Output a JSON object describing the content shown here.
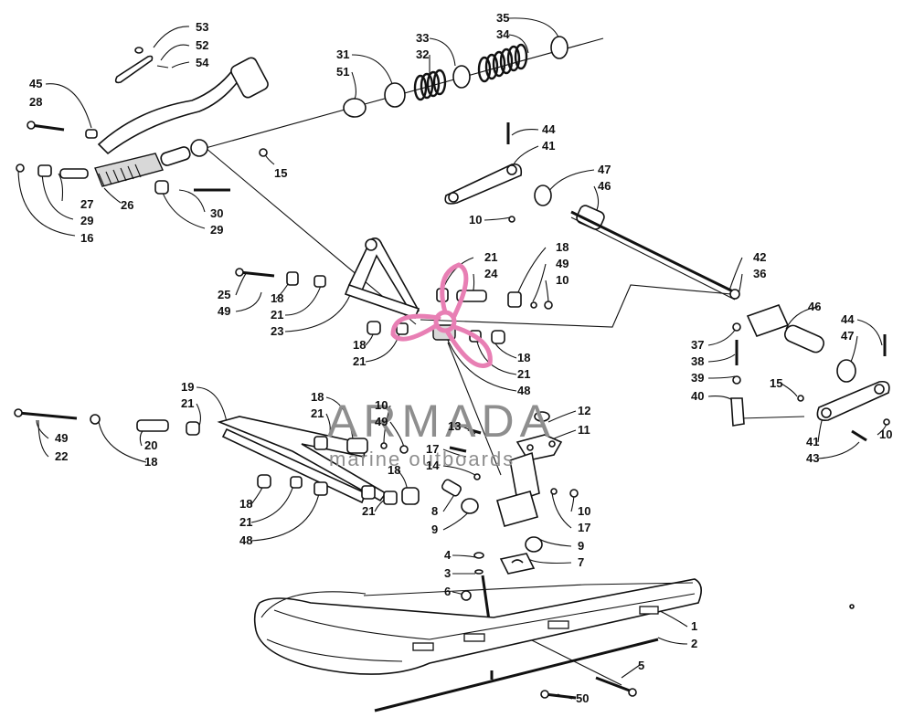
{
  "watermark": {
    "title": "ARMADA",
    "subtitle": "marine outboards",
    "colors": {
      "prop": "#e87fb4",
      "text": "#8e8e8e"
    }
  },
  "labels": {
    "p53": "53",
    "p52": "52",
    "p54": "54",
    "p45": "45",
    "p28": "28",
    "p15": "15",
    "p27": "27",
    "p29a": "29",
    "p16": "16",
    "p26": "26",
    "p30": "30",
    "p29b": "29",
    "p31": "31",
    "p51": "51",
    "p33": "33",
    "p32": "32",
    "p35": "35",
    "p34": "34",
    "p44a": "44",
    "p41a": "41",
    "p47a": "47",
    "p46a": "46",
    "p10a": "10",
    "p21a": "21",
    "p24": "24",
    "p18a": "18",
    "p49a": "49",
    "p10b": "10",
    "p42": "42",
    "p36": "36",
    "p25": "25",
    "p49b": "49",
    "p18b": "18",
    "p21b": "21",
    "p23": "23",
    "p18c": "18",
    "p21c": "21",
    "p18d": "18",
    "p21d": "21",
    "p48a": "48",
    "p46b": "46",
    "p44b": "44",
    "p47b": "47",
    "p37": "37",
    "p38": "38",
    "p39": "39",
    "p40": "40",
    "p15b": "15",
    "p41b": "41",
    "p43": "43",
    "p10c": "10",
    "p19": "19",
    "p21e": "21",
    "p18e": "18",
    "p21f": "21",
    "p10d": "10",
    "p49c": "49",
    "p12": "12",
    "p11": "11",
    "p13": "13",
    "p17a": "17",
    "p14": "14",
    "p49d": "49",
    "p22": "22",
    "p20": "20",
    "p18f": "18",
    "p18g": "18",
    "p8": "8",
    "p9a": "9",
    "p10e": "10",
    "p17b": "17",
    "p9b": "9",
    "p7": "7",
    "p18h": "18",
    "p21g": "21",
    "p48b": "48",
    "p21h": "21",
    "p4": "4",
    "p3": "3",
    "p6": "6",
    "p1": "1",
    "p2": "2",
    "p5": "5",
    "p50": "50"
  }
}
